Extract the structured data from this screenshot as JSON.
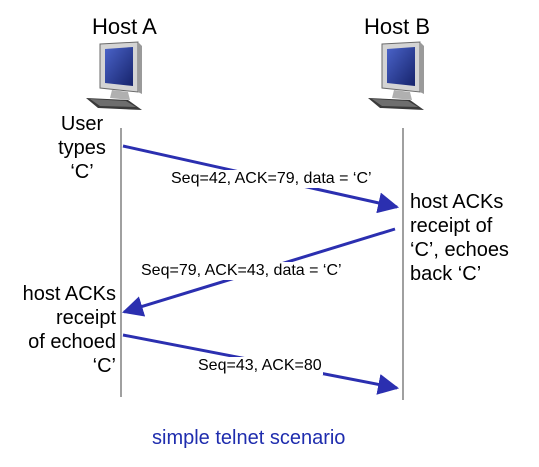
{
  "hosts": {
    "a": {
      "label": "Host A",
      "icon": "desktop-computer-icon"
    },
    "b": {
      "label": "Host B",
      "icon": "desktop-computer-icon"
    }
  },
  "notes": {
    "user_types": [
      "User",
      "types",
      "‘C’"
    ],
    "host_b_acks": [
      "host ACKs",
      "receipt of",
      "‘C’, echoes",
      "back ‘C’"
    ],
    "host_a_acks": [
      "host ACKs",
      "receipt",
      "of echoed",
      "‘C’"
    ]
  },
  "messages": [
    {
      "label": "Seq=42, ACK=79, data = ‘C’",
      "from": "Host A",
      "to": "Host B"
    },
    {
      "label": "Seq=79, ACK=43, data = ‘C’",
      "from": "Host B",
      "to": "Host A"
    },
    {
      "label": "Seq=43, ACK=80",
      "from": "Host A",
      "to": "Host B"
    }
  ],
  "caption": "simple telnet scenario",
  "colors": {
    "arrow": "#2b2fb0",
    "caption": "#1f2dae",
    "timeline": "#808080",
    "screen": "#2a3b8f"
  }
}
